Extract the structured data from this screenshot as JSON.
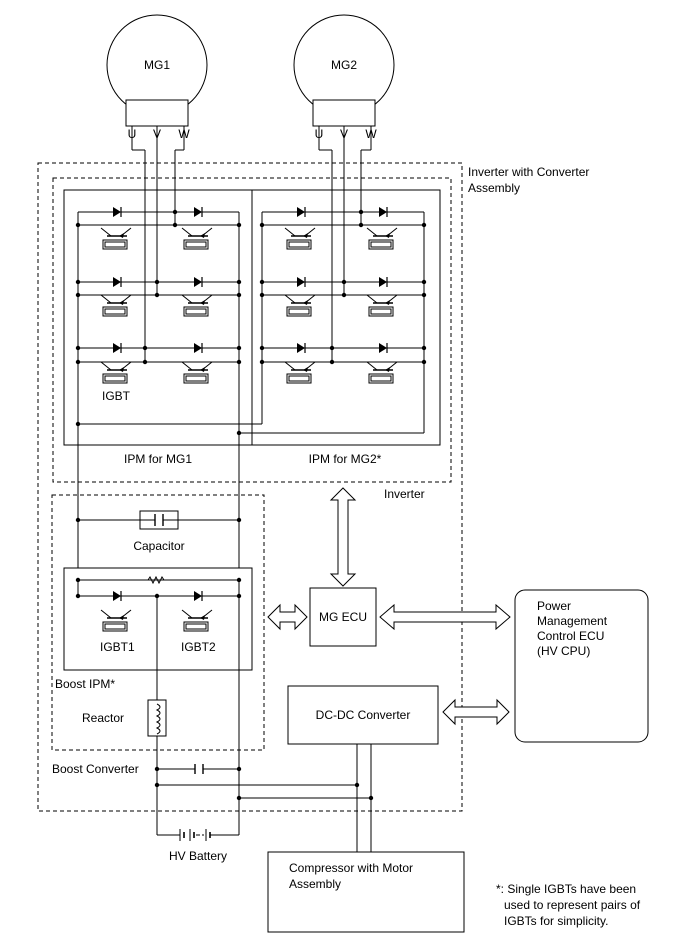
{
  "motors": {
    "mg1": {
      "label": "MG1",
      "phases": [
        "U",
        "V",
        "W"
      ]
    },
    "mg2": {
      "label": "MG2",
      "phases": [
        "U",
        "V",
        "W"
      ]
    }
  },
  "assembly_label_line1": "Inverter with Converter",
  "assembly_label_line2": "Assembly",
  "inverter_label": "Inverter",
  "ipm_mg1_label": "IPM for MG1",
  "ipm_mg2_label": "IPM for MG2*",
  "igbt_label": "IGBT",
  "capacitor_label": "Capacitor",
  "igbt1_label": "IGBT1",
  "igbt2_label": "IGBT2",
  "boost_ipm_label": "Boost IPM*",
  "reactor_label": "Reactor",
  "boost_converter_label": "Boost Converter",
  "hv_battery_label": "HV Battery",
  "mg_ecu_label": "MG ECU",
  "pm_ecu_lines": [
    "Power",
    "Management",
    "Control ECU",
    "(HV CPU)"
  ],
  "dcdc_label": "DC-DC Converter",
  "compressor_lines": [
    "Compressor with Motor",
    "Assembly"
  ],
  "footnote_lines": [
    "*: Single IGBTs have been",
    "used to represent pairs of",
    "IGBTs for simplicity."
  ]
}
